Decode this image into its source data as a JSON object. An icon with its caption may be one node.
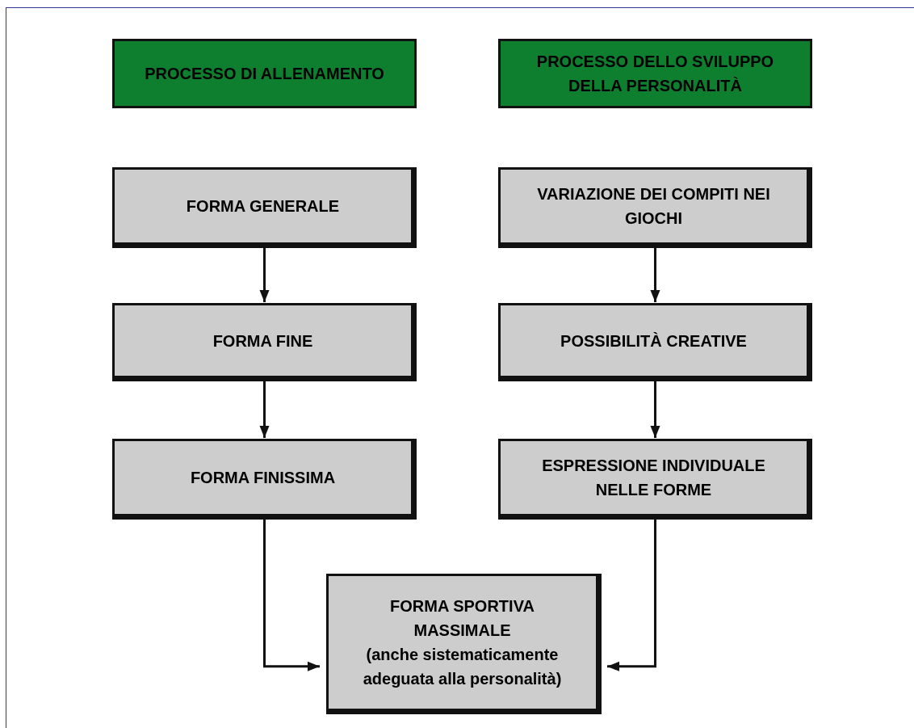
{
  "diagram": {
    "nodes": [
      {
        "text": [
          "PROCESSO DI ALLENAMENTO"
        ]
      },
      {
        "text": [
          "PROCESSO DELLO SVILUPPO DELLA PERSONALITÀ"
        ]
      },
      {
        "text": [
          "FORMA GENERALE"
        ]
      },
      {
        "text": [
          "VARIAZIONE DEI COMPITI NEI GIOCHI"
        ]
      },
      {
        "text": [
          "FORMA FINE"
        ]
      },
      {
        "text": [
          "POSSIBILITÀ CREATIVE"
        ]
      },
      {
        "text": [
          "FORMA FINISSIMA"
        ]
      },
      {
        "text": [
          "ESPRESSIONE INDIVIDUALE NELLE FORME"
        ]
      },
      {
        "text": [
          "FORMA SPORTIVA MASSIMALE",
          "(anche sistematicamente adeguata alla personalità)"
        ]
      }
    ],
    "edges": [
      {
        "from": 2,
        "to": 4,
        "arrow": "to"
      },
      {
        "from": 4,
        "to": 6,
        "arrow": "to"
      },
      {
        "from": 6,
        "to": 8,
        "arrow": "to"
      },
      {
        "from": 3,
        "to": 5,
        "arrow": "to"
      },
      {
        "from": 5,
        "to": 7,
        "arrow": "to"
      },
      {
        "from": 7,
        "to": 8,
        "arrow": "to"
      }
    ]
  }
}
